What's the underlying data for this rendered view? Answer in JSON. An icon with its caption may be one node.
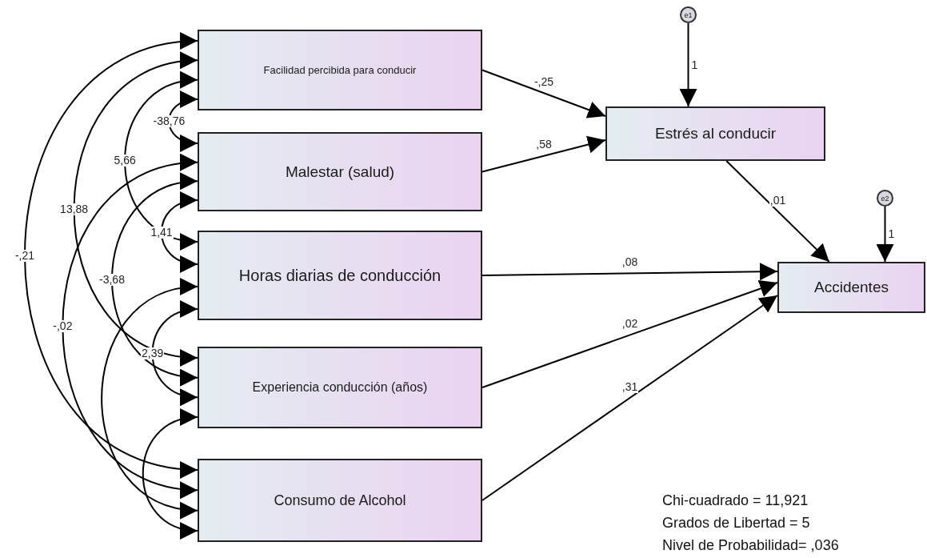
{
  "diagram": {
    "nodes": [
      {
        "text": [
          "Facilidad percibida para conducir"
        ]
      },
      {
        "text": [
          "Malestar (salud)"
        ]
      },
      {
        "text": [
          "Horas diarias de conducción"
        ]
      },
      {
        "text": [
          "Experiencia conducción (años)"
        ]
      },
      {
        "text": [
          "Consumo de Alcohol"
        ]
      },
      {
        "text": [
          "Estrés al conducir"
        ]
      },
      {
        "text": [
          "Accidentes"
        ]
      },
      {
        "text": [
          "e1"
        ]
      },
      {
        "text": [
          "e2"
        ]
      }
    ],
    "edges": [
      {
        "from": 0,
        "to": 5,
        "arrow": "to",
        "label": "-,25"
      },
      {
        "from": 1,
        "to": 5,
        "arrow": "to",
        "label": ",58"
      },
      {
        "from": 5,
        "to": 6,
        "arrow": "to",
        "label": ",01"
      },
      {
        "from": 2,
        "to": 6,
        "arrow": "to",
        "label": ",08"
      },
      {
        "from": 3,
        "to": 6,
        "arrow": "to",
        "label": ",02"
      },
      {
        "from": 4,
        "to": 6,
        "arrow": "to",
        "label": ",31"
      },
      {
        "from": 7,
        "to": 5,
        "arrow": "to",
        "label": "1"
      },
      {
        "from": 8,
        "to": 6,
        "arrow": "to",
        "label": "1"
      },
      {
        "from": 0,
        "to": 1,
        "arrow": "both",
        "label": "-38,76"
      },
      {
        "from": 0,
        "to": 2,
        "arrow": "both",
        "label": "5,66"
      },
      {
        "from": 0,
        "to": 3,
        "arrow": "both",
        "label": "13,88"
      },
      {
        "from": 0,
        "to": 4,
        "arrow": "both",
        "label": "-,21"
      },
      {
        "from": 1,
        "to": 2,
        "arrow": "both",
        "label": "1,41"
      },
      {
        "from": 1,
        "to": 3,
        "arrow": "both",
        "label": "-3,68"
      },
      {
        "from": 1,
        "to": 4,
        "arrow": "both",
        "label": "-,02"
      },
      {
        "from": 2,
        "to": 3,
        "arrow": "both",
        "label": "2,39"
      },
      {
        "from": 2,
        "to": 4,
        "arrow": "both"
      },
      {
        "from": 3,
        "to": 4,
        "arrow": "both"
      }
    ],
    "labels": [
      "Chi-cuadrado = 11,921",
      "Grados de Libertad = 5",
      "Nivel de Probabilidad= ,036"
    ]
  }
}
